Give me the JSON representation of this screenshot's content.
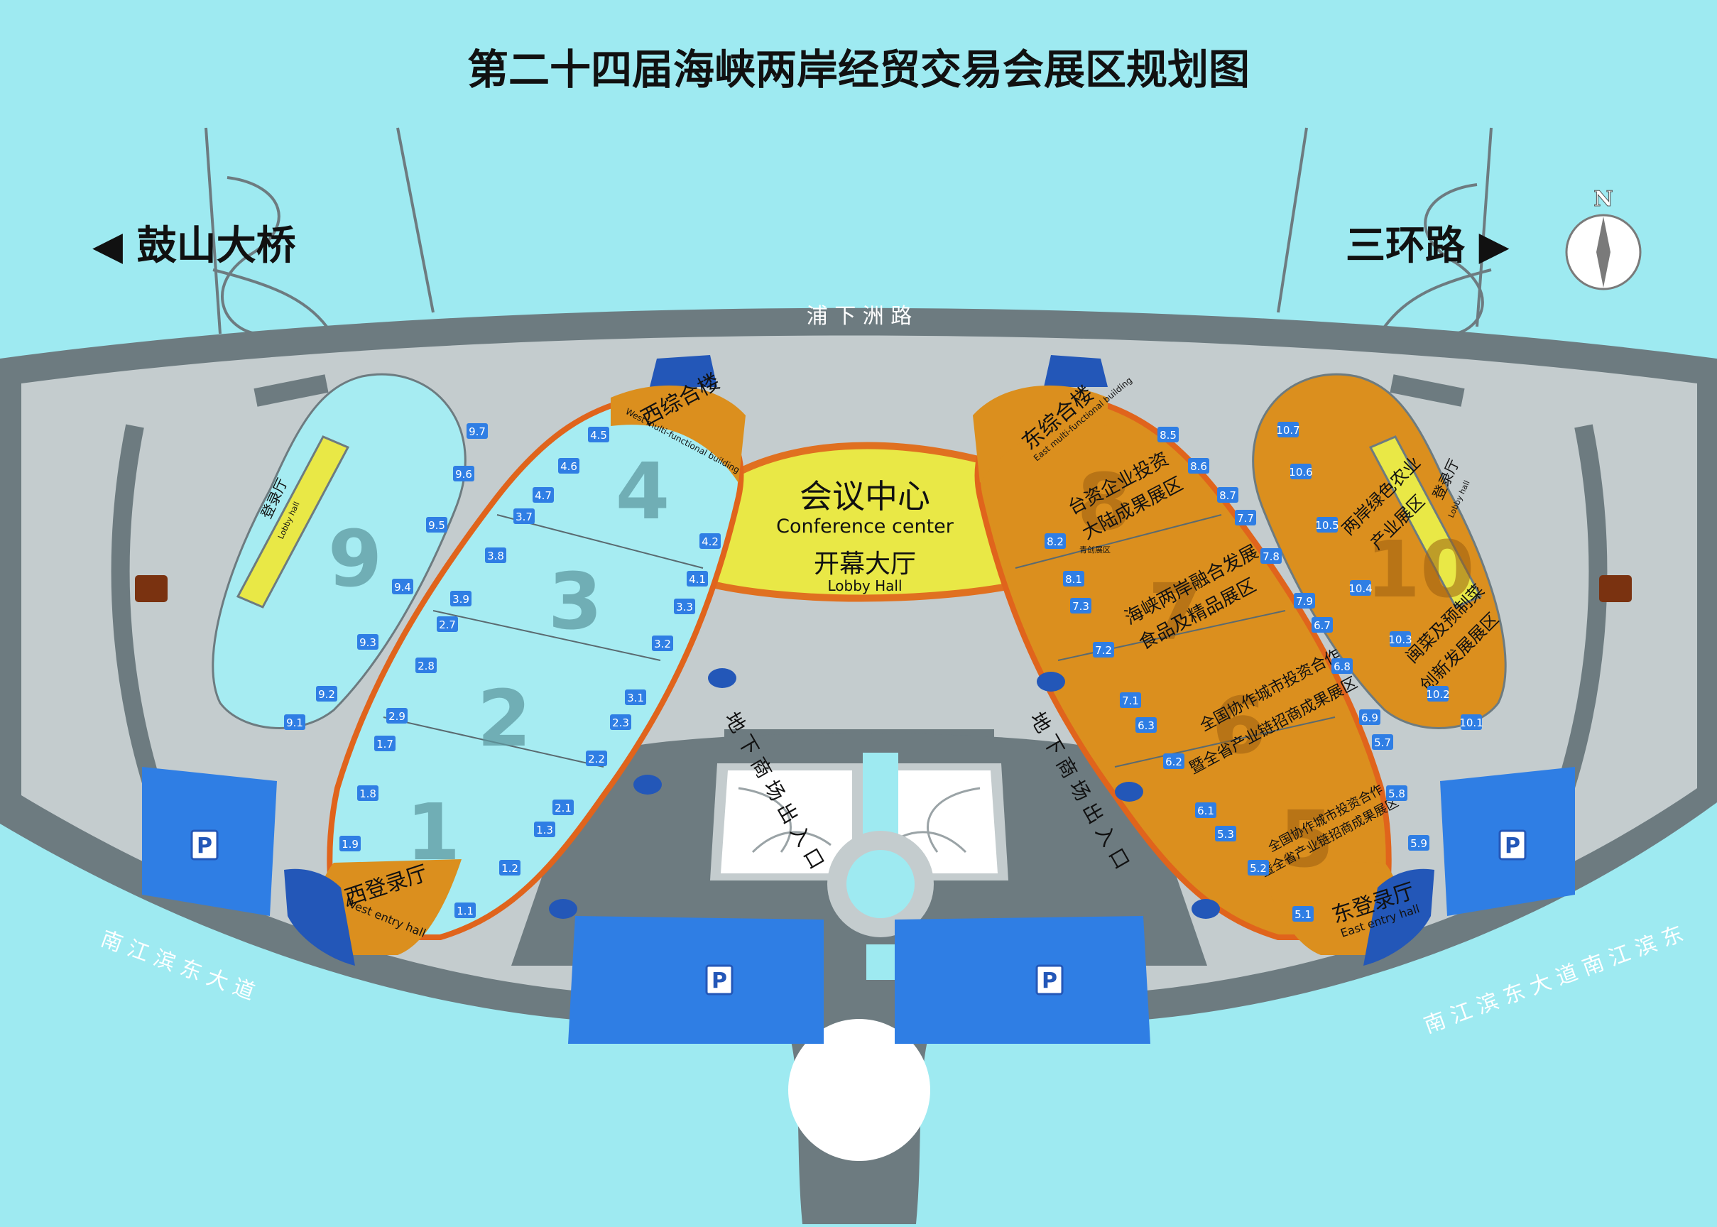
{
  "title": "第二十四届海峡两岸经贸交易会展区规划图",
  "directions": {
    "left": "◀ 鼓山大桥",
    "right": "三环路 ▶",
    "north": "N"
  },
  "roads": {
    "top": "浦 下 洲 路",
    "bottom_left": "南 江 滨 东 大 道",
    "bottom_right": "南 江 滨 东 大 道 南 江 滨 东"
  },
  "center": {
    "conference_cn": "会议中心",
    "conference_en": "Conference center",
    "lobby_cn": "开幕大厅",
    "lobby_en": "Lobby Hall"
  },
  "buildings": {
    "west_multi_cn": "西综合楼",
    "west_multi_en": "West multi-functional building",
    "east_multi_cn": "东综合楼",
    "east_multi_en": "East multi-functional building",
    "west_entry_cn": "西登录厅",
    "west_entry_en": "West entry hall",
    "east_entry_cn": "东登录厅",
    "east_entry_en": "East entry hall",
    "lobby_left_cn": "登录厅",
    "lobby_left_en": "Lobby hall",
    "lobby_right_cn": "登录厅",
    "lobby_right_en": "Lobby hall"
  },
  "halls": {
    "west": [
      "1",
      "2",
      "3",
      "4",
      "9"
    ],
    "east": [
      "5",
      "6",
      "7",
      "8",
      "10"
    ]
  },
  "zones": {
    "z8a": "台资企业投资",
    "z8b": "大陆成果展区",
    "z7a": "海峡两岸融合发展",
    "z7b": "食品及精品展区",
    "z6a": "全国协作城市投资合作",
    "z6b": "暨全省产业链招商成果展区",
    "z5a": "全国协作城市投资合作",
    "z5b": "暨全省产业链招商成果展区",
    "z10a": "两岸绿色农业",
    "z10b": "产业展区",
    "z10c": "闽菜及预制菜",
    "z10d": "创新发展展区",
    "small": "青创展区"
  },
  "underground": {
    "left": "地 下 商 场 出 入 口",
    "right": "地 下 商 场 出 入 口"
  },
  "gates": {
    "west": [
      "1.1",
      "1.2",
      "1.3",
      "1.7",
      "1.8",
      "1.9",
      "2.1",
      "2.2",
      "2.3",
      "2.7",
      "2.8",
      "2.9",
      "3.1",
      "3.2",
      "3.3",
      "3.7",
      "3.8",
      "3.9",
      "4.1",
      "4.2",
      "4.5",
      "4.6",
      "4.7",
      "9.1",
      "9.2",
      "9.3",
      "9.4",
      "9.5",
      "9.6",
      "9.7"
    ],
    "east": [
      "5.1",
      "5.2",
      "5.3",
      "5.7",
      "5.8",
      "5.9",
      "6.1",
      "6.2",
      "6.3",
      "6.7",
      "6.8",
      "6.9",
      "7.1",
      "7.2",
      "7.3",
      "7.7",
      "7.8",
      "7.9",
      "8.1",
      "8.2",
      "8.5",
      "8.6",
      "8.7",
      "10.1",
      "10.2",
      "10.3",
      "10.4",
      "10.5",
      "10.6",
      "10.7"
    ]
  },
  "parking": "P",
  "colors": {
    "water": "#9eeaf1",
    "road": "#6d7b80",
    "plaza": "#c4ccce",
    "west_hall": "#a6ecf2",
    "east_hall": "#db8f1e",
    "conference": "#e9e846",
    "parking": "#2f7ee4",
    "accent_red": "#e8271f"
  }
}
